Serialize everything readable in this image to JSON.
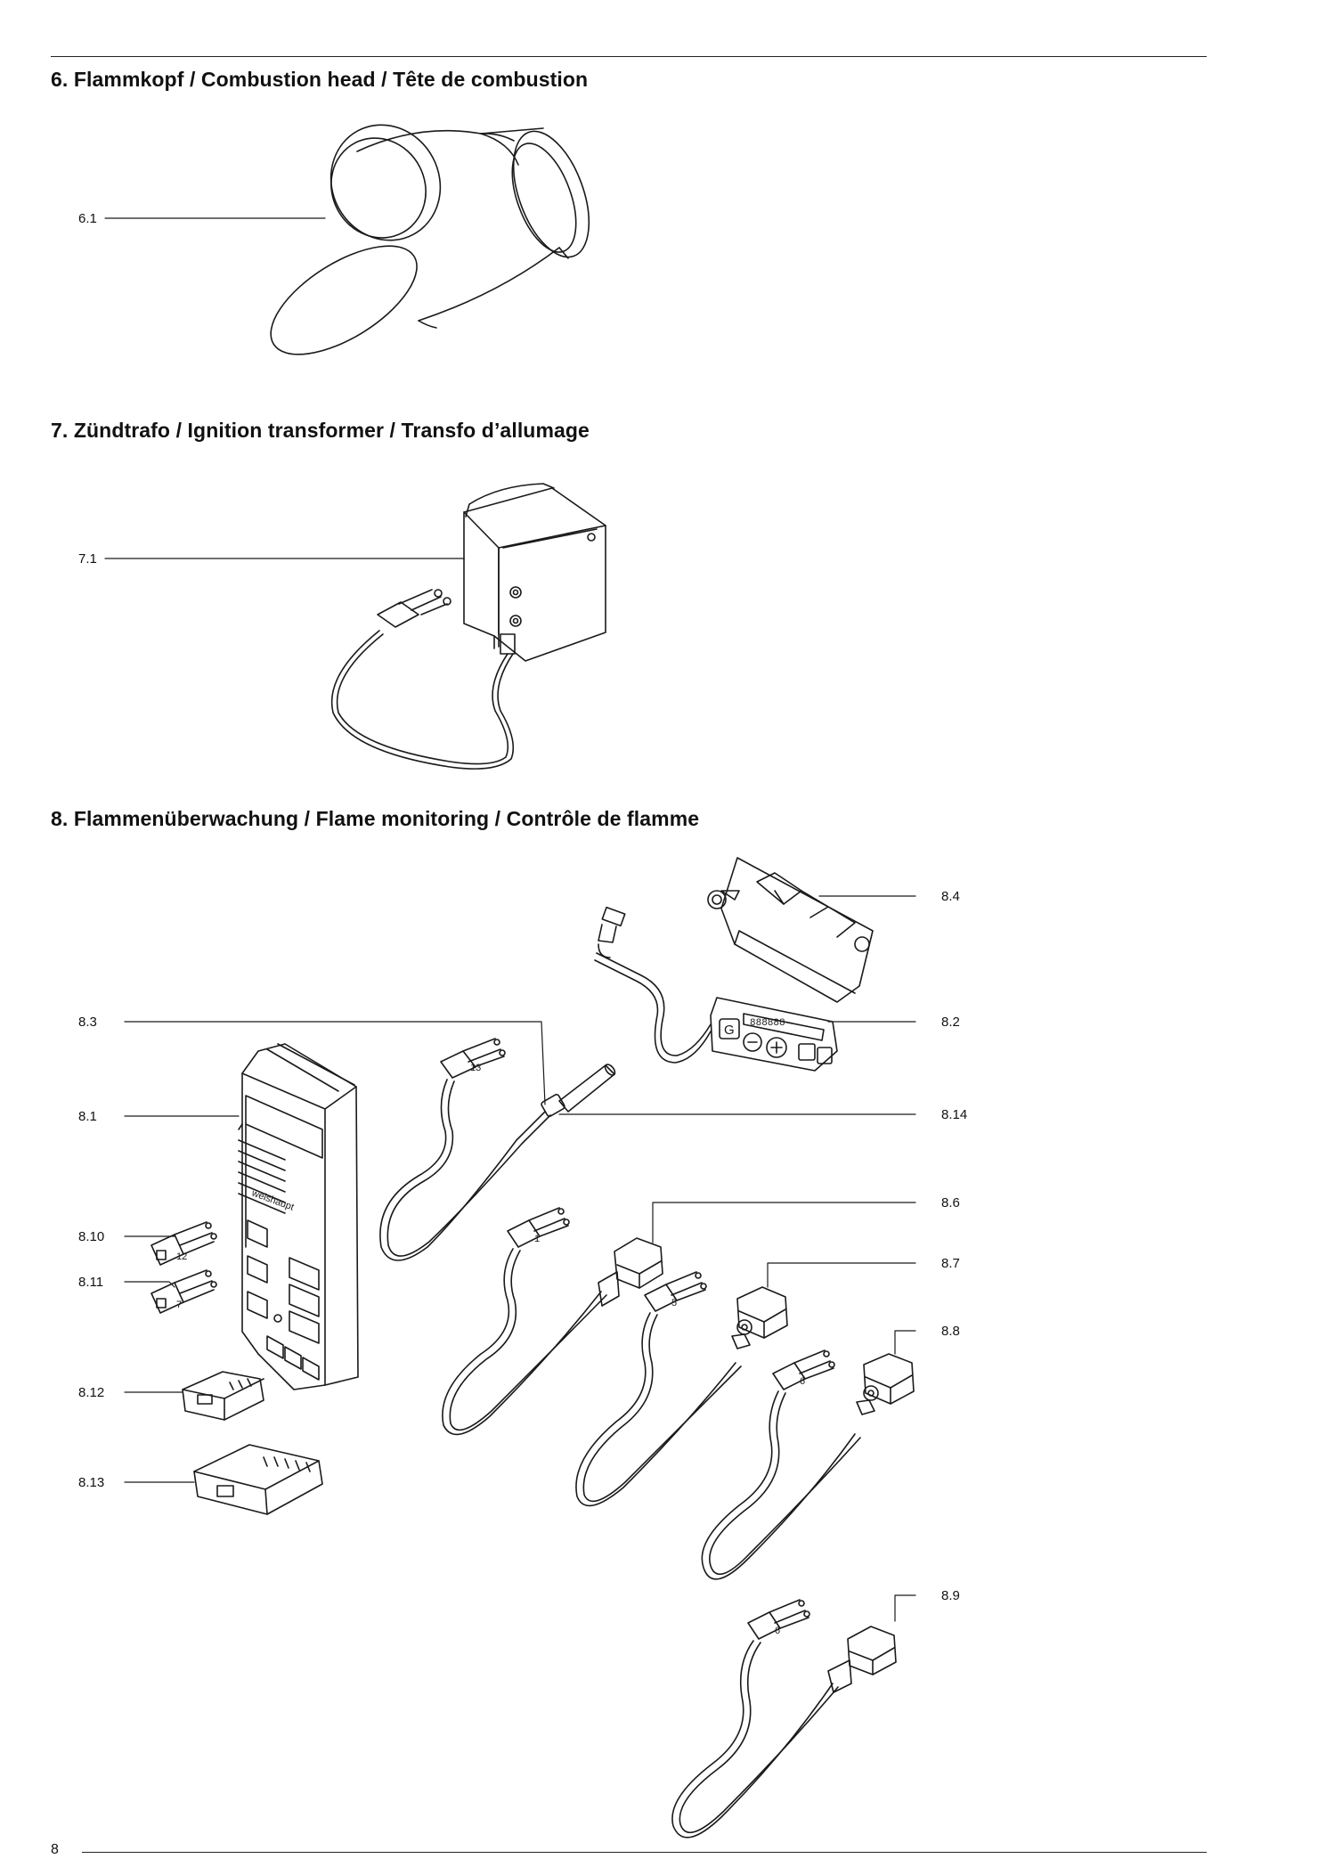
{
  "sections": [
    {
      "heading": "6. Flammkopf / Combustion head / Tête de combustion",
      "callouts": [
        "6.1"
      ]
    },
    {
      "heading": "7. Zündtrafo / Ignition transformer / Transfo d’allumage",
      "callouts": [
        "7.1"
      ]
    },
    {
      "heading": "8. Flammenüberwachung / Flame monitoring / Contrôle de flamme",
      "callouts": [
        "8.4",
        "8.3",
        "8.2",
        "8.1",
        "8.14",
        "8.6",
        "8.10",
        "8.7",
        "8.11",
        "8.8",
        "8.12",
        "8.13",
        "8.9"
      ]
    }
  ],
  "part_markings": {
    "brand": "weishaupt",
    "plug_8_3": "13",
    "plug_8_10": "12",
    "plug_8_11": "7",
    "plug_8_6": "1",
    "plug_8_7": "5",
    "plug_8_8": "6",
    "plug_8_9": "6",
    "display_button_g": "G",
    "display_digits": "888888"
  },
  "footer": {
    "page_number": "8"
  }
}
